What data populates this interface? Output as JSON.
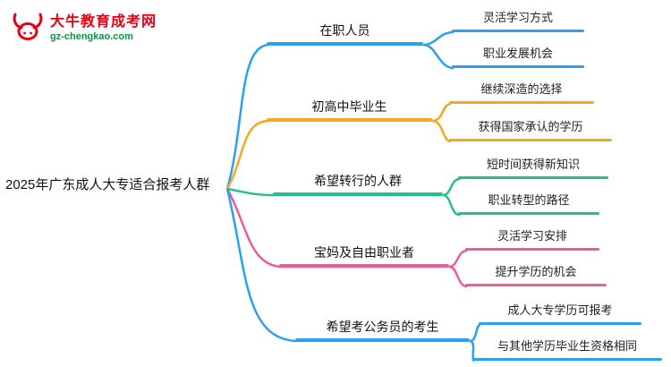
{
  "logo": {
    "title": "大牛教育成考网",
    "subtitle": "gz-chengkao.com",
    "title_color": "#e60012",
    "subtitle_color": "#009944",
    "icon": "bull-icon"
  },
  "root": {
    "label": "2025年广东成人大专适合报考人群"
  },
  "branches": [
    {
      "label": "在职人员",
      "color": "#2b9ff2",
      "children": [
        {
          "label": "灵活学习方式"
        },
        {
          "label": "职业发展机会"
        }
      ]
    },
    {
      "label": "初高中毕业生",
      "color": "#f5a623",
      "children": [
        {
          "label": "继续深造的选择"
        },
        {
          "label": "获得国家承认的学历"
        }
      ]
    },
    {
      "label": "希望转行的人群",
      "color": "#21bf8e",
      "children": [
        {
          "label": "短时间获得新知识"
        },
        {
          "label": "职业转型的路径"
        }
      ]
    },
    {
      "label": "宝妈及自由职业者",
      "color": "#ee5a9c",
      "children": [
        {
          "label": "灵活学习安排"
        },
        {
          "label": "提升学历的机会"
        }
      ]
    },
    {
      "label": "希望考公务员的考生",
      "color": "#2b9ff2",
      "children": [
        {
          "label": "成人大专学历可报考"
        },
        {
          "label": "与其他学历毕业生资格相同"
        }
      ]
    }
  ]
}
